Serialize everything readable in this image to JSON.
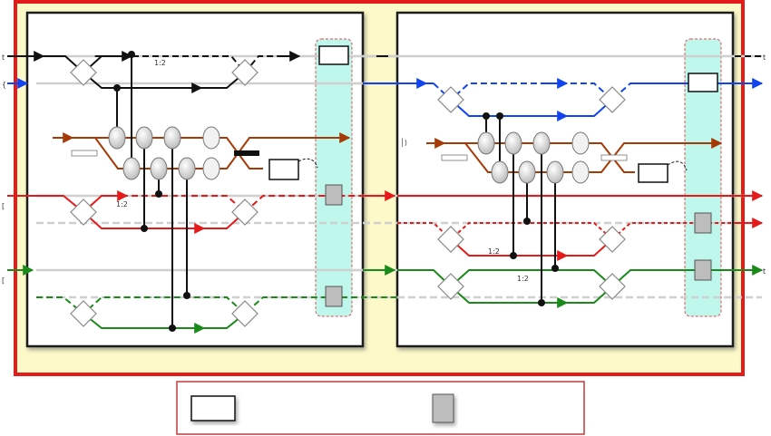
{
  "colors": {
    "outer_frame": "#e51b1b",
    "outer_fill": "#fdf9c9",
    "panel_border": "#1a1a1a",
    "panel_fill": "#ffffff",
    "zone_fill": "#bff7ec",
    "zone_border": "#e05050",
    "rail_black": "#111111",
    "rail_blue": "#1144ee",
    "rail_brown": "#a63a06",
    "rail_red": "#e51b1b",
    "rail_green": "#1a8a1a",
    "rail_gray": "#cfcfcf",
    "node_fill": "#d6d6d6",
    "grey_box": "#bdbdbd"
  },
  "labels": {
    "rail_a_left": "1:2",
    "rail_c_left": "1:2",
    "rail_c_right": "1:2",
    "rail_d_right": "1:2",
    "edge_left_1": "t",
    "edge_left_2": "{",
    "edge_left_3": "[",
    "edge_left_4": "[",
    "edge_right_1": "t",
    "edge_right_2": "t"
  },
  "legend": {
    "white_box_text": "",
    "grey_box_text": ""
  }
}
